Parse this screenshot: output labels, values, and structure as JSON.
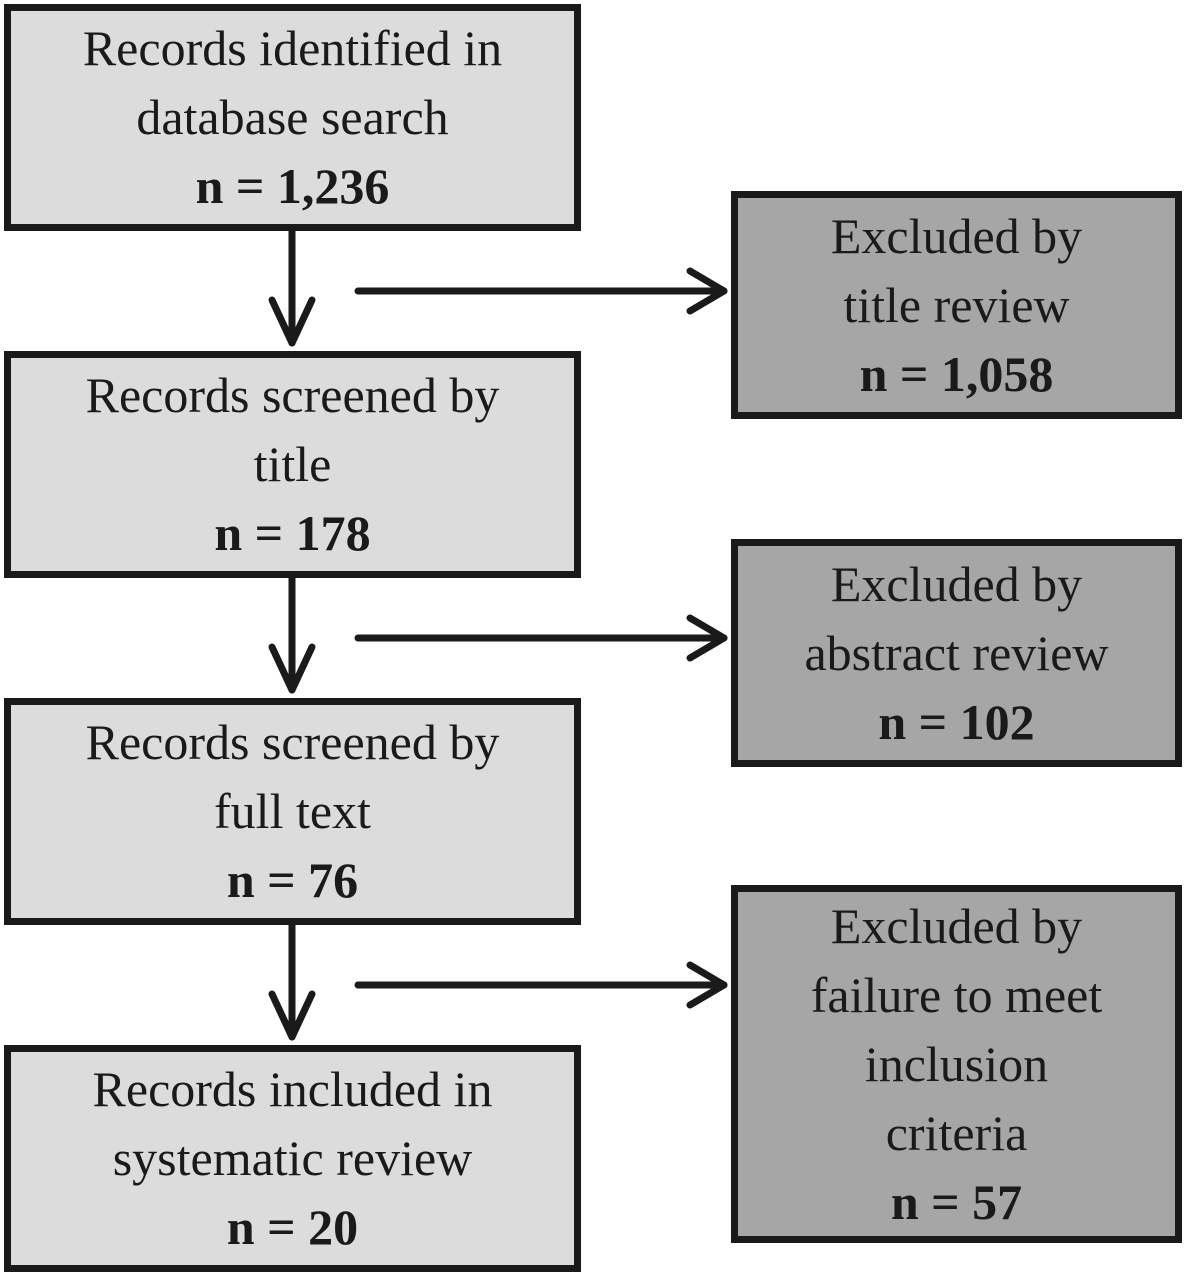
{
  "stages": [
    {
      "lines": [
        "Records identified in",
        "database search"
      ],
      "count": "n = 1,236"
    },
    {
      "lines": [
        "Records screened by",
        "title"
      ],
      "count": "n = 178"
    },
    {
      "lines": [
        "Records screened by",
        "full text"
      ],
      "count": "n = 76"
    },
    {
      "lines": [
        "Records included in",
        "systematic review"
      ],
      "count": "n = 20"
    }
  ],
  "exclusions": [
    {
      "lines": [
        "Excluded by",
        "title review"
      ],
      "count": "n = 1,058"
    },
    {
      "lines": [
        "Excluded by",
        "abstract review"
      ],
      "count": "n = 102"
    },
    {
      "lines": [
        "Excluded by",
        "failure to meet",
        "inclusion",
        "criteria"
      ],
      "count": "n = 57"
    }
  ],
  "colors": {
    "stage_fill": "#dcdcdc",
    "exclusion_fill": "#a6a6a6",
    "stroke": "#1a1a1a"
  }
}
